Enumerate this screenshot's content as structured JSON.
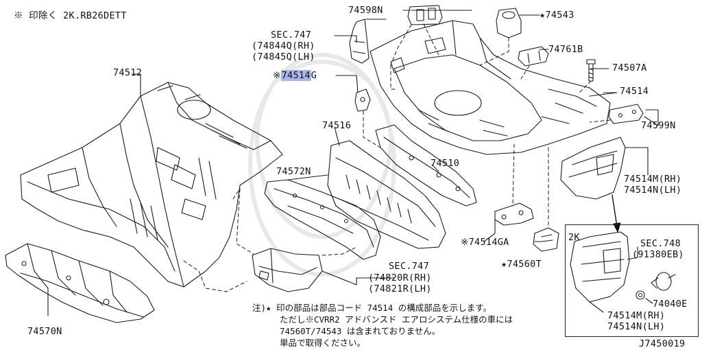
{
  "header_note": "※ 印除く 2K.RB26DETT",
  "diagram_code": "J7450019",
  "parts": {
    "p74598N": "74598N",
    "p74543": "★74543",
    "sec747_top": "SEC.747",
    "p74844Q": "(74844Q(RH)",
    "p74845Q": "(74845Q(LH)",
    "p74514G_mark": "※",
    "p74514G_hl": "74514",
    "p74514G_suffix": "G",
    "p74761B": "74761B",
    "p74507A": "74507A",
    "p74512": "74512",
    "p74514": "74514",
    "p74599N": "74599N",
    "p74516": "74516",
    "p74510": "74510",
    "p74572N": "74572N",
    "p74514M_rh": "74514M(RH)",
    "p74514N_lh": "74514N(LH)",
    "p74514GA": "※74514GA",
    "p74560T": "★74560T",
    "sec747_bottom": "SEC.747",
    "p74820R": "(74820R(RH)",
    "p74821R": "(74821R(LH)",
    "p74570N": "74570N"
  },
  "inset": {
    "title": "2K",
    "sec748": "SEC.748",
    "p91380EB": "(91380EB)",
    "p74040E": "74040E",
    "p74514M_rh": "74514M(RH)",
    "p74514N_lh": "74514N(LH)"
  },
  "footnote": {
    "line1": "注)★ 印の部品は部品コード 74514 の構成部品を示します。",
    "line2": "ただし※CVRR2 アドバンスド エアロシステム仕様の車には",
    "line3": "74560T/74543 は含まれておりません。",
    "line4": "単品で取得ください。"
  }
}
